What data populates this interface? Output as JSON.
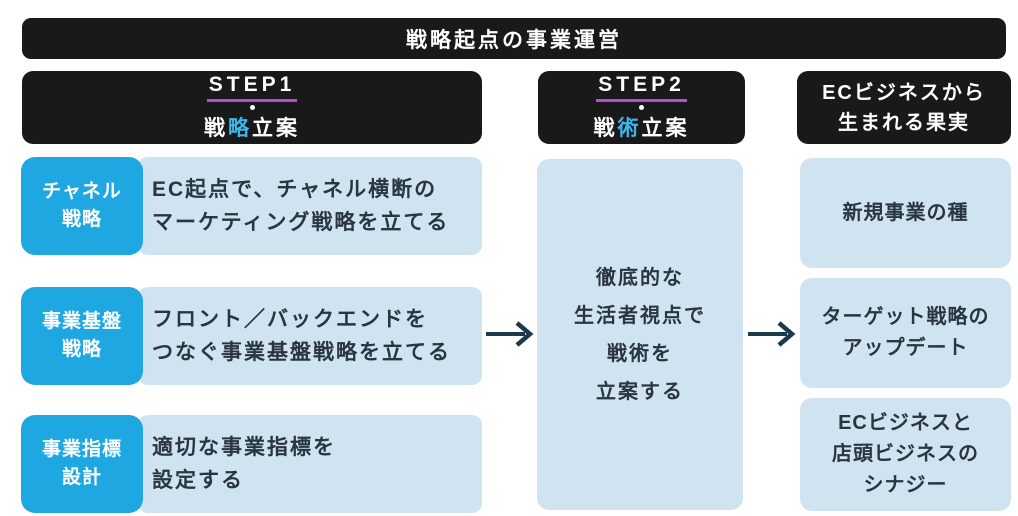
{
  "colors": {
    "black_box": "#191919",
    "tag_blue": "#1ea7e1",
    "panel_light_blue": "#cfe4f0",
    "body_text": "#2a3540",
    "highlight_cyan": "#3db6ea",
    "underline_magenta": "#b44fd0",
    "arrow": "#1d3a4d"
  },
  "banner": {
    "title": "戦略起点の事業運営"
  },
  "step1": {
    "label": "STEP1",
    "subtitle": {
      "pre": "戦",
      "highlight": "略",
      "post": "立案"
    },
    "rows": [
      {
        "tag": "チャネル\n戦略",
        "text": "EC起点で、チャネル横断の\nマーケティング戦略を立てる"
      },
      {
        "tag": "事業基盤\n戦略",
        "text": "フロント／バックエンドを\nつなぐ事業基盤戦略を立てる"
      },
      {
        "tag": "事業指標\n設計",
        "text": "適切な事業指標を\n設定する"
      }
    ]
  },
  "step2": {
    "label": "STEP2",
    "subtitle": {
      "pre": "戦",
      "highlight": "術",
      "post": "立案"
    },
    "body": "徹底的な\n生活者視点で\n戦術を\n立案する"
  },
  "results": {
    "header": "ECビジネスから\n生まれる果実",
    "items": [
      "新規事業の種",
      "ターゲット戦略の\nアップデート",
      "ECビジネスと\n店頭ビジネスの\nシナジー"
    ]
  }
}
